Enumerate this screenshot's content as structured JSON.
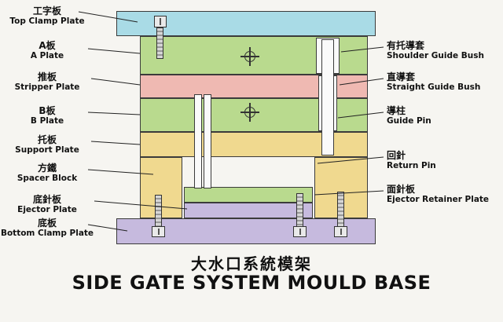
{
  "title": {
    "chinese": "大水口系統模架",
    "english": "SIDE GATE SYSTEM MOULD BASE"
  },
  "left_labels": [
    {
      "zh": "工字板",
      "en": "Top Clamp Plate"
    },
    {
      "zh": "A板",
      "en": "A Plate"
    },
    {
      "zh": "推板",
      "en": "Stripper Plate"
    },
    {
      "zh": "B板",
      "en": "B Plate"
    },
    {
      "zh": "托板",
      "en": "Support Plate"
    },
    {
      "zh": "方鐵",
      "en": "Spacer Block"
    },
    {
      "zh": "底針板",
      "en": "Ejector Plate"
    },
    {
      "zh": "底板",
      "en": "Bottom Clamp Plate"
    }
  ],
  "right_labels": [
    {
      "zh": "有托導套",
      "en": "Shoulder Guide Bush"
    },
    {
      "zh": "直導套",
      "en": "Straight Guide Bush"
    },
    {
      "zh": "導柱",
      "en": "Guide Pin"
    },
    {
      "zh": "回針",
      "en": "Return Pin"
    },
    {
      "zh": "面針板",
      "en": "Ejector Retainer Plate"
    }
  ],
  "colors": {
    "top_clamp_plate": "#a9dbe6",
    "a_b_retainer_plate_green": "#b9da8e",
    "stripper_plate_pink": "#efb9b2",
    "support_spacer_yellow": "#f0d98f",
    "ejector_bottom_plate_purple": "#c6bade",
    "pin_white": "#fafafa",
    "outline": "#3b3b3b",
    "background": "#f6f5f1",
    "text": "#111111"
  }
}
